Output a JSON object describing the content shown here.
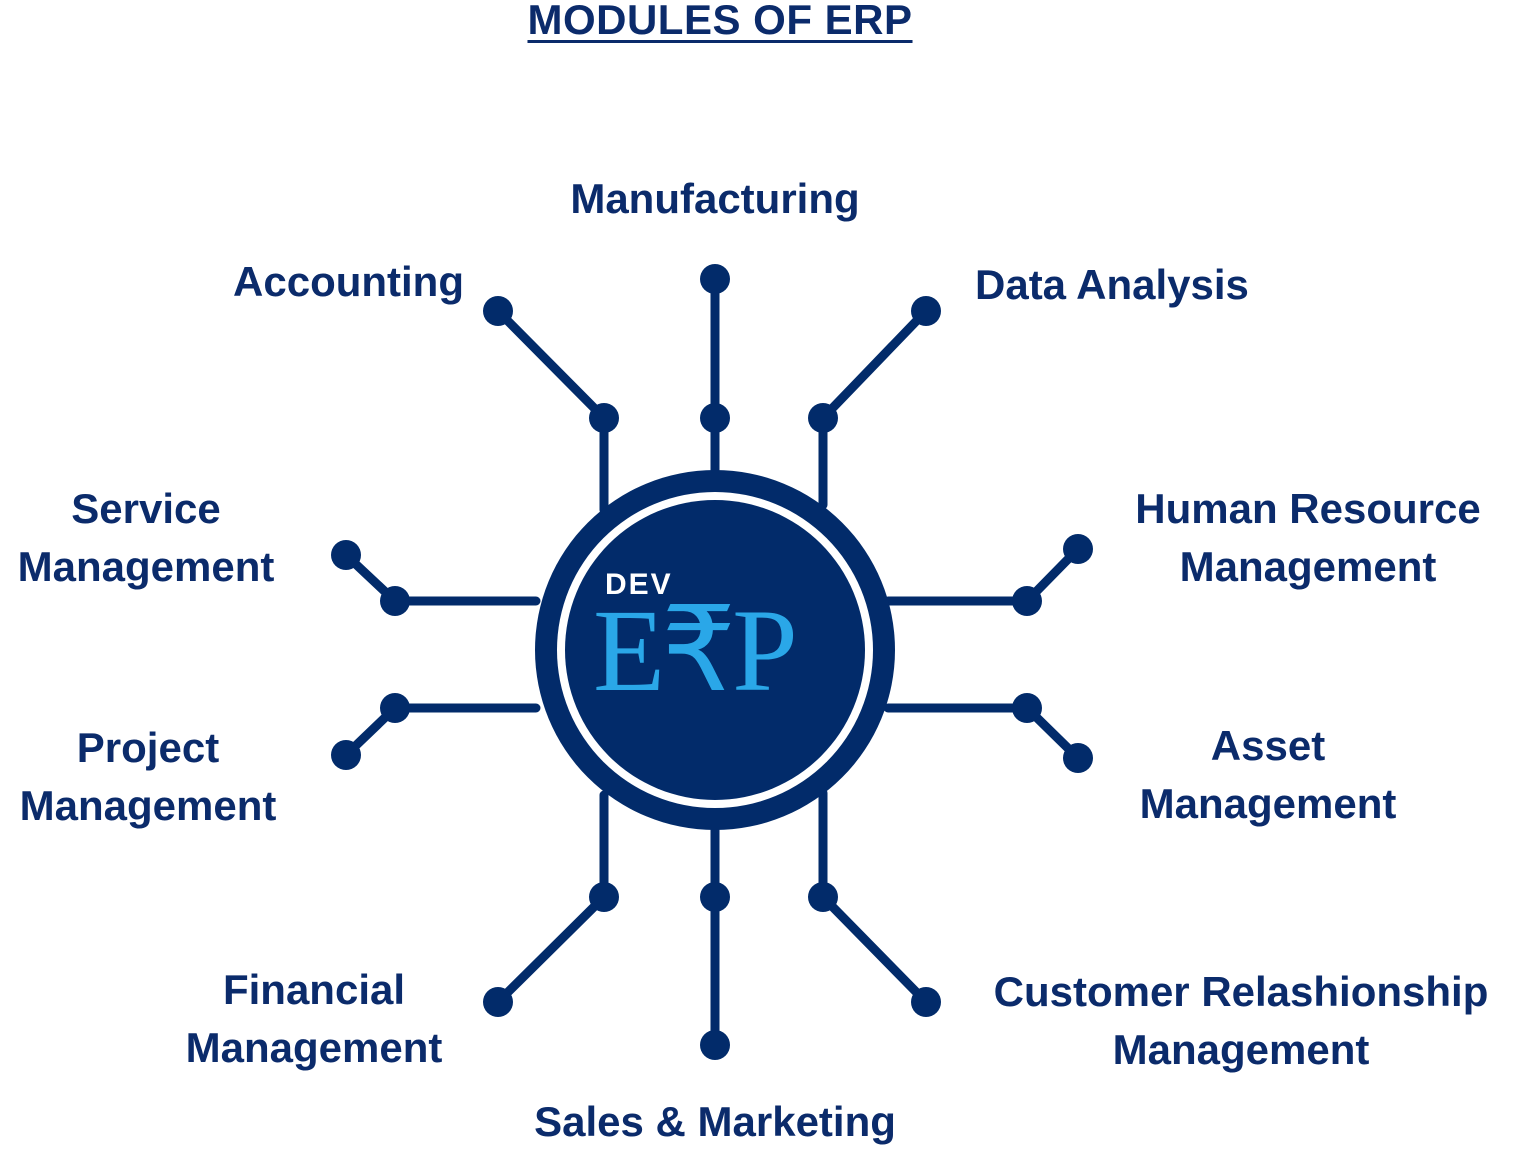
{
  "title": "MODULES OF ERP",
  "hub": {
    "logo_small": "DEV",
    "logo_big": "E₹P"
  },
  "modules": {
    "manufacturing": [
      "Manufacturing"
    ],
    "accounting": [
      "Accounting"
    ],
    "data_analysis": [
      "Data Analysis"
    ],
    "service_management": [
      "Service",
      "Management"
    ],
    "human_resource_management": [
      "Human Resource",
      "Management"
    ],
    "project_management": [
      "Project",
      "Management"
    ],
    "asset_management": [
      "Asset",
      "Management"
    ],
    "financial_management": [
      "Financial",
      "Management"
    ],
    "customer_relationship_management": [
      "Customer Relashionship",
      "Management"
    ],
    "sales_marketing": [
      "Sales & Marketing"
    ]
  },
  "colors": {
    "navy": "#0b2b6b",
    "hub_fill": "#022b6a",
    "logo_blue": "#2aa7e8"
  }
}
